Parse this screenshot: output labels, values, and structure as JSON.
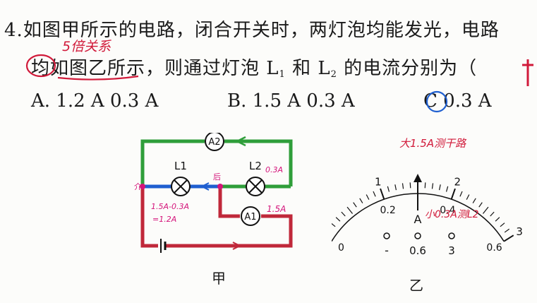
{
  "question": {
    "number": "4.",
    "line1": "如图甲所示的电路，闭合开关时，两灯泡均能发光，电路",
    "line2_a": "均如图乙所示，则通过灯泡 L",
    "line2_sub1": "1",
    "line2_b": " 和 L",
    "line2_sub2": "2",
    "line2_c": " 的电流分别为（"
  },
  "options": {
    "a": "A. 1.2 A   0.3 A",
    "b": "B. 1.5 A   0.3 A",
    "c_letter": "C",
    "c_value": "0.3 A"
  },
  "annotations": {
    "ratio": "5倍关系",
    "big_range": "大1.5A测干路",
    "small_range": "小0.3A测L2",
    "l2_current": "0.3A",
    "a1_current": "1.5A",
    "calc1": "1.5A-0.3A",
    "calc2": "=1.2A",
    "left_node": "介",
    "right_node": "后"
  },
  "circuit": {
    "a2": "A2",
    "a1": "A1",
    "l1": "L1",
    "l2": "L2",
    "caption": "甲"
  },
  "meter": {
    "top_scale": [
      "0",
      "1",
      "2",
      "3"
    ],
    "bottom_scale": [
      "0",
      "0.2",
      "0.4",
      "0.6"
    ],
    "unit": "A",
    "terminals": [
      "-",
      "0.6",
      "3"
    ],
    "caption": "乙"
  },
  "colors": {
    "green": "#2f9e3a",
    "red": "#c0283a",
    "blue": "#1f5fd0",
    "magenta": "#d4147a",
    "pen": "#d11a3a"
  }
}
